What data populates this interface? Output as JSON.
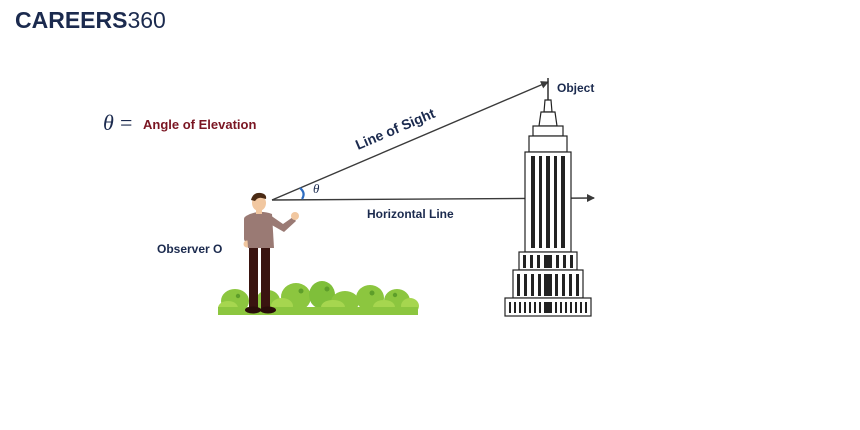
{
  "logo": {
    "part1": "CAREERS",
    "part2": "360"
  },
  "legend": {
    "symbol": "θ",
    "equals": "=",
    "text": "Angle of Elevation"
  },
  "labels": {
    "object": "Object",
    "line_of_sight": "Line of Sight",
    "horizontal_line": "Horizontal Line",
    "observer": "Observer O",
    "angle_symbol": "θ"
  },
  "colors": {
    "navy": "#1b2a4e",
    "maroon": "#7a1522",
    "line": "#3a3a3a",
    "arc": "#2d6cc0",
    "shirt": "#9a7a74",
    "pants": "#3a1410",
    "bush": "#8cc63f",
    "bush_dark": "#5e9e2a"
  }
}
